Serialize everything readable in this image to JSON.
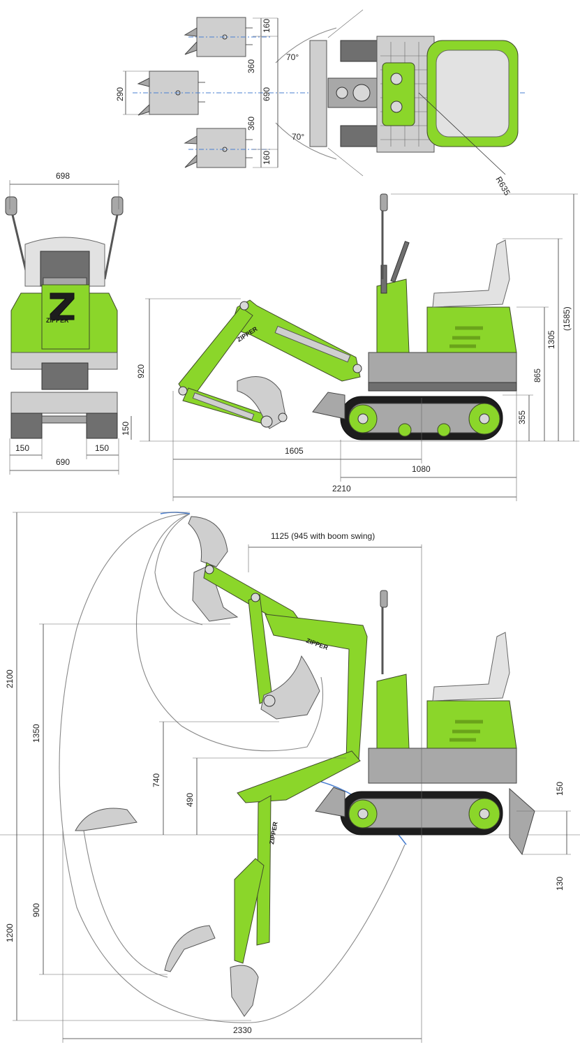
{
  "colors": {
    "machine_green": "#8bd62a",
    "frame_grey": "#a8a8a8",
    "centerline_blue": "#4a7fd0",
    "arc_grey": "#888888"
  },
  "brand": {
    "name": "ZIPPER"
  },
  "top_view": {
    "bucket_offset_top": "160",
    "bucket_swing_top": "360",
    "bucket_width": "290",
    "bucket_swing_bottom": "360",
    "bucket_offset_bottom": "160",
    "boom_swing_total": "690",
    "angle_upper": "70°",
    "angle_lower": "70°",
    "tail_radius": "R635"
  },
  "front_view": {
    "overall_width": "698",
    "track_width": "690",
    "track_shoe_left": "150",
    "track_shoe_right": "150",
    "ground_clearance": "150"
  },
  "side_view": {
    "arm_height": "920",
    "reach_to_track": "1605",
    "track_length": "1080",
    "overall_length": "2210",
    "track_height": "355",
    "cab_floor_height": "865",
    "canopy_height": "1305",
    "mirror_height": "(1585)"
  },
  "work_range": {
    "reach_label": "1125 (945 with boom swing)",
    "max_dig_height": "2100",
    "max_dump_height": "1350",
    "dump_height_min": "740",
    "dump_height_blade": "490",
    "max_dig_depth": "1200",
    "vertical_dig_depth": "900",
    "max_reach_ground": "2330",
    "blade_lift": "150",
    "blade_depth": "130"
  }
}
